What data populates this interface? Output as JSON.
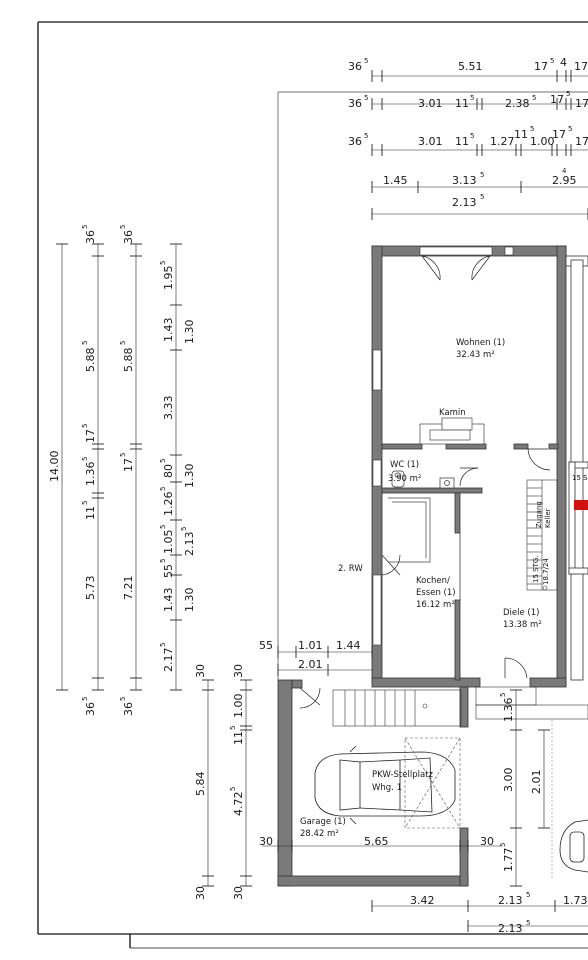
{
  "rooms": {
    "wohnen": {
      "name": "Wohnen (1)",
      "area": "32.43 m²"
    },
    "wc": {
      "name": "WC (1)",
      "area": "3.90 m²"
    },
    "kochen_line1": "Kochen/",
    "kochen_line2": "Essen (1)",
    "kochen_area": "16.12 m²",
    "diele": {
      "name": "Diele (1)",
      "area": "13.38 m²"
    },
    "garage": {
      "name": "Garage (1)",
      "area": "28.42 m²"
    },
    "pkw_line1": "PKW-Stellplatz",
    "pkw_line2": "Whg. 1",
    "kamin": "Kamin",
    "rw": "2. RW",
    "stair_main": "15 STG.",
    "stair_ratio": "18.7/24",
    "zugang": "Zugang",
    "keller": "Keller",
    "stair_right": "15 S"
  },
  "dims_top": {
    "r1": {
      "a": "36",
      "a_sup": "5",
      "b": "5.51",
      "c": "17",
      "c_sup": "5",
      "d": "4",
      "e": "17"
    },
    "r2": {
      "a": "36",
      "a_sup": "5",
      "b": "3.01",
      "c": "11",
      "c_sup": "5",
      "d": "2.38",
      "d_sup": "5",
      "e": "17",
      "e_sup": "5",
      "f": "17"
    },
    "r3": {
      "a": "36",
      "a_sup": "5",
      "b": "3.01",
      "c": "11",
      "c_sup": "5",
      "d": "1.27",
      "e": "11",
      "e_sup": "5",
      "f": "1.00",
      "g": "17",
      "g_sup": "5",
      "h": "17"
    },
    "r4": {
      "a": "1.45",
      "b": "3.13",
      "b_sup": "5",
      "c": "2.95",
      "c_sup": "4"
    },
    "r5": {
      "a": "2.13",
      "a_sup": "5"
    }
  },
  "dims_left": {
    "c1": {
      "a": "14.00"
    },
    "c2": {
      "a": "36",
      "a_sup": "5",
      "b": "5.88",
      "b_sup": "5",
      "c": "17",
      "c_sup": "5",
      "d": "1.36",
      "d_sup": "5",
      "e": "11",
      "e_sup": "5",
      "f": "5.73",
      "g": "36",
      "g_sup": "5"
    },
    "c3": {
      "a": "36",
      "a_sup": "5",
      "b": "5.88",
      "b_sup": "5",
      "c": "17",
      "c_sup": "5",
      "d": "7.21",
      "e": "36",
      "e_sup": "5"
    },
    "c4": {
      "a": "1.95",
      "a_sup": "5",
      "b": "1.43",
      "c": "3.33",
      "d": "80",
      "d_sup": "5",
      "e": "1.26",
      "e_sup": "5",
      "f": "1.05",
      "f_sup": "5",
      "g": "55",
      "g_sup": "5",
      "h": "1.43",
      "i": "2.17",
      "i_sup": "5"
    },
    "c5": {
      "a": "1.30",
      "b": "1.30",
      "c": "2.13",
      "c_sup": "5",
      "d": "1.30"
    }
  },
  "dims_mid": {
    "a": "55",
    "b": "1.01",
    "c": "1.44",
    "d": "2.01"
  },
  "dims_garage": {
    "left1": {
      "a": "30",
      "b": "5.84",
      "c": "30"
    },
    "left2": {
      "a": "30",
      "b": "1.00",
      "c": "11",
      "c_sup": "5",
      "d": "4.72",
      "d_sup": "5",
      "e": "30"
    },
    "width": "5.65",
    "w_left": "30",
    "w_right": "30",
    "right1": {
      "a": "1.36",
      "a_sup": "5",
      "b": "3.00",
      "c": "1.77",
      "c_sup": "5"
    },
    "right2": {
      "a": "2.01"
    }
  },
  "dims_bottom": {
    "a": "3.42",
    "b": "2.13",
    "b_sup": "5",
    "c": "1.73",
    "d": "2.13",
    "d_sup": "5"
  }
}
